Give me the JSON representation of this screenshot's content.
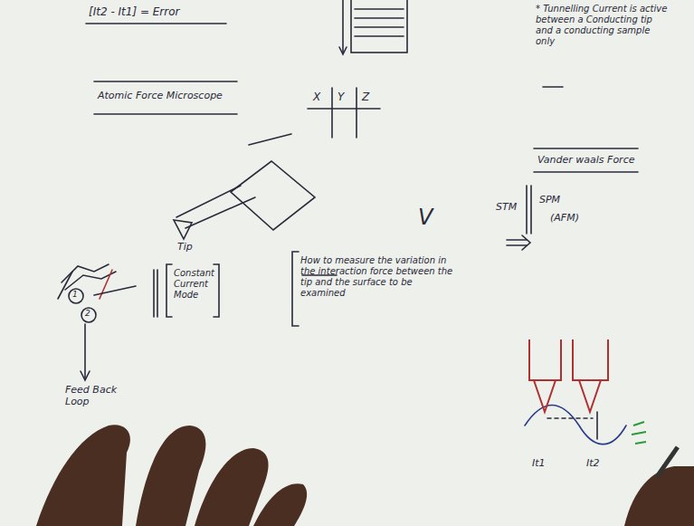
{
  "diagram": {
    "labels": [
      "[It2 - It1] = Error",
      "Atomic Force Microscope",
      "Tip",
      "1",
      "2",
      "Feed Back Loop",
      "Constant Current Mode",
      "How to measure the variation in the interaction force between the tip and the surface to be examined",
      "X",
      "Y",
      "Z",
      "V",
      "* Tunnelling Current is active between a Conducting tip and a conducting sample only",
      "Vander waals Force",
      "STM",
      "SPM",
      "(AFM)",
      "It1",
      "It2"
    ]
  }
}
